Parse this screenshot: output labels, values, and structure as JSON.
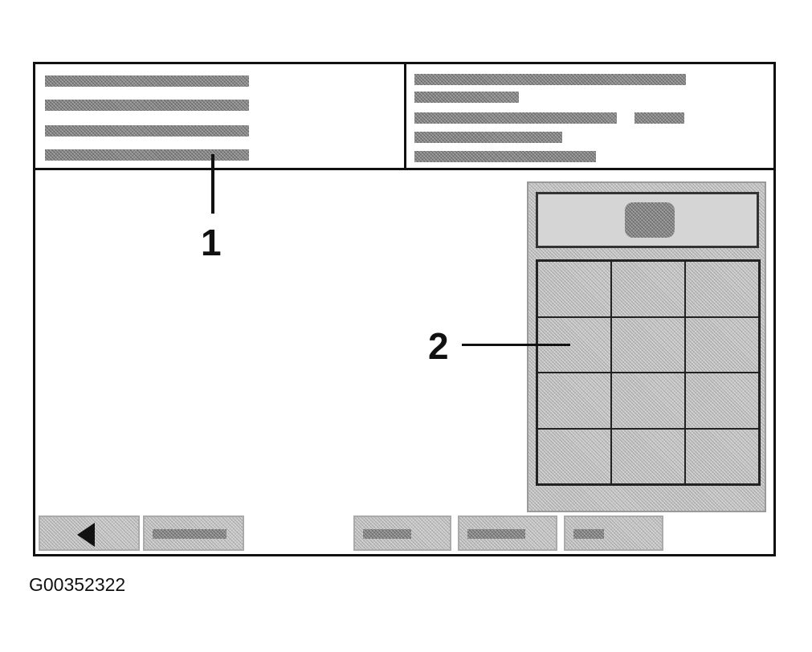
{
  "callouts": [
    {
      "number": "1"
    },
    {
      "number": "2"
    }
  ],
  "figure_code": "G00352322",
  "icons": {
    "back_button": "left-arrow-icon"
  },
  "colors": {
    "outline": "#111111",
    "panel_fill": "#c9c9c9",
    "button_fill": "#d5d5d5"
  }
}
